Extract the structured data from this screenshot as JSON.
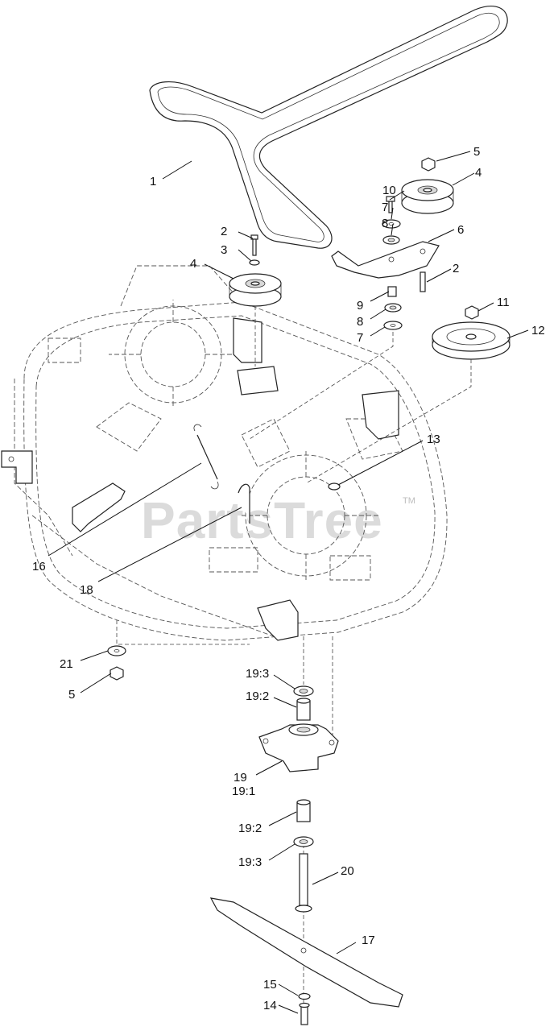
{
  "diagram": {
    "watermark": "PartsTree",
    "watermark_mark": "TM",
    "callouts": {
      "c1": "1",
      "c2a": "2",
      "c2b": "2",
      "c3": "3",
      "c4a": "4",
      "c4b": "4",
      "c5a": "5",
      "c5b": "5",
      "c6": "6",
      "c7a": "7",
      "c7b": "7",
      "c8a": "8",
      "c8b": "8",
      "c9": "9",
      "c10": "10",
      "c11": "11",
      "c12": "12",
      "c13": "13",
      "c14": "14",
      "c15": "15",
      "c16": "16",
      "c17": "17",
      "c18": "18",
      "c19": "19",
      "c19_1": "19:1",
      "c19_2a": "19:2",
      "c19_2b": "19:2",
      "c19_3a": "19:3",
      "c19_3b": "19:3",
      "c20": "20",
      "c21": "21"
    }
  }
}
